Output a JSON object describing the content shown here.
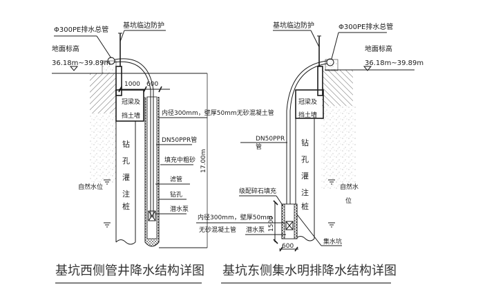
{
  "west": {
    "title": "基坑西侧管井降水结构详图",
    "pe_pipe": "Φ300PE排水总管",
    "guard": "基坑临边防护",
    "ground_label": "地面标高",
    "ground_elev": "36.18m~39.89m",
    "dim_1000": "1000",
    "dim_600": "600",
    "crown_beam_1": "冠梁及",
    "crown_beam_2": "挡土墙",
    "concrete_pipe": "内径300mm，壁厚50mm无砂混凝土管",
    "ppr_pipe": "DN50PPR管",
    "sand_fill": "填充中粗砂",
    "filter_pipe": "滤管",
    "borehole": "钻孔",
    "pump": "潜水泵",
    "depth": "17.00m",
    "pile_chars": [
      "钻",
      "孔",
      "灌",
      "注",
      "桩"
    ],
    "water_level": "自然水位"
  },
  "east": {
    "title": "基坑东侧集水明排降水结构详图",
    "guard": "基坑临边防护",
    "pe_pipe": "Φ300PE排水总管",
    "ground_label": "地面标高",
    "ground_elev": "36.18m~39.89m",
    "crown_beam_1": "冠梁及",
    "crown_beam_2": "挡土墙",
    "ppr_pipe_1": "DN50PPR",
    "ppr_pipe_2": "管",
    "gravel_fill": "级配碎石填充",
    "concrete_pipe_1": "内径300mm，壁厚50mm",
    "concrete_pipe_2": "无砂混凝土管",
    "pump": "潜水泵",
    "dim_1500": "1500",
    "dim_600": "600",
    "sump": "集水坑",
    "pile_chars": [
      "钻",
      "孔",
      "灌",
      "注",
      "桩"
    ],
    "water_level_1": "自然水",
    "water_level_2": "位"
  }
}
